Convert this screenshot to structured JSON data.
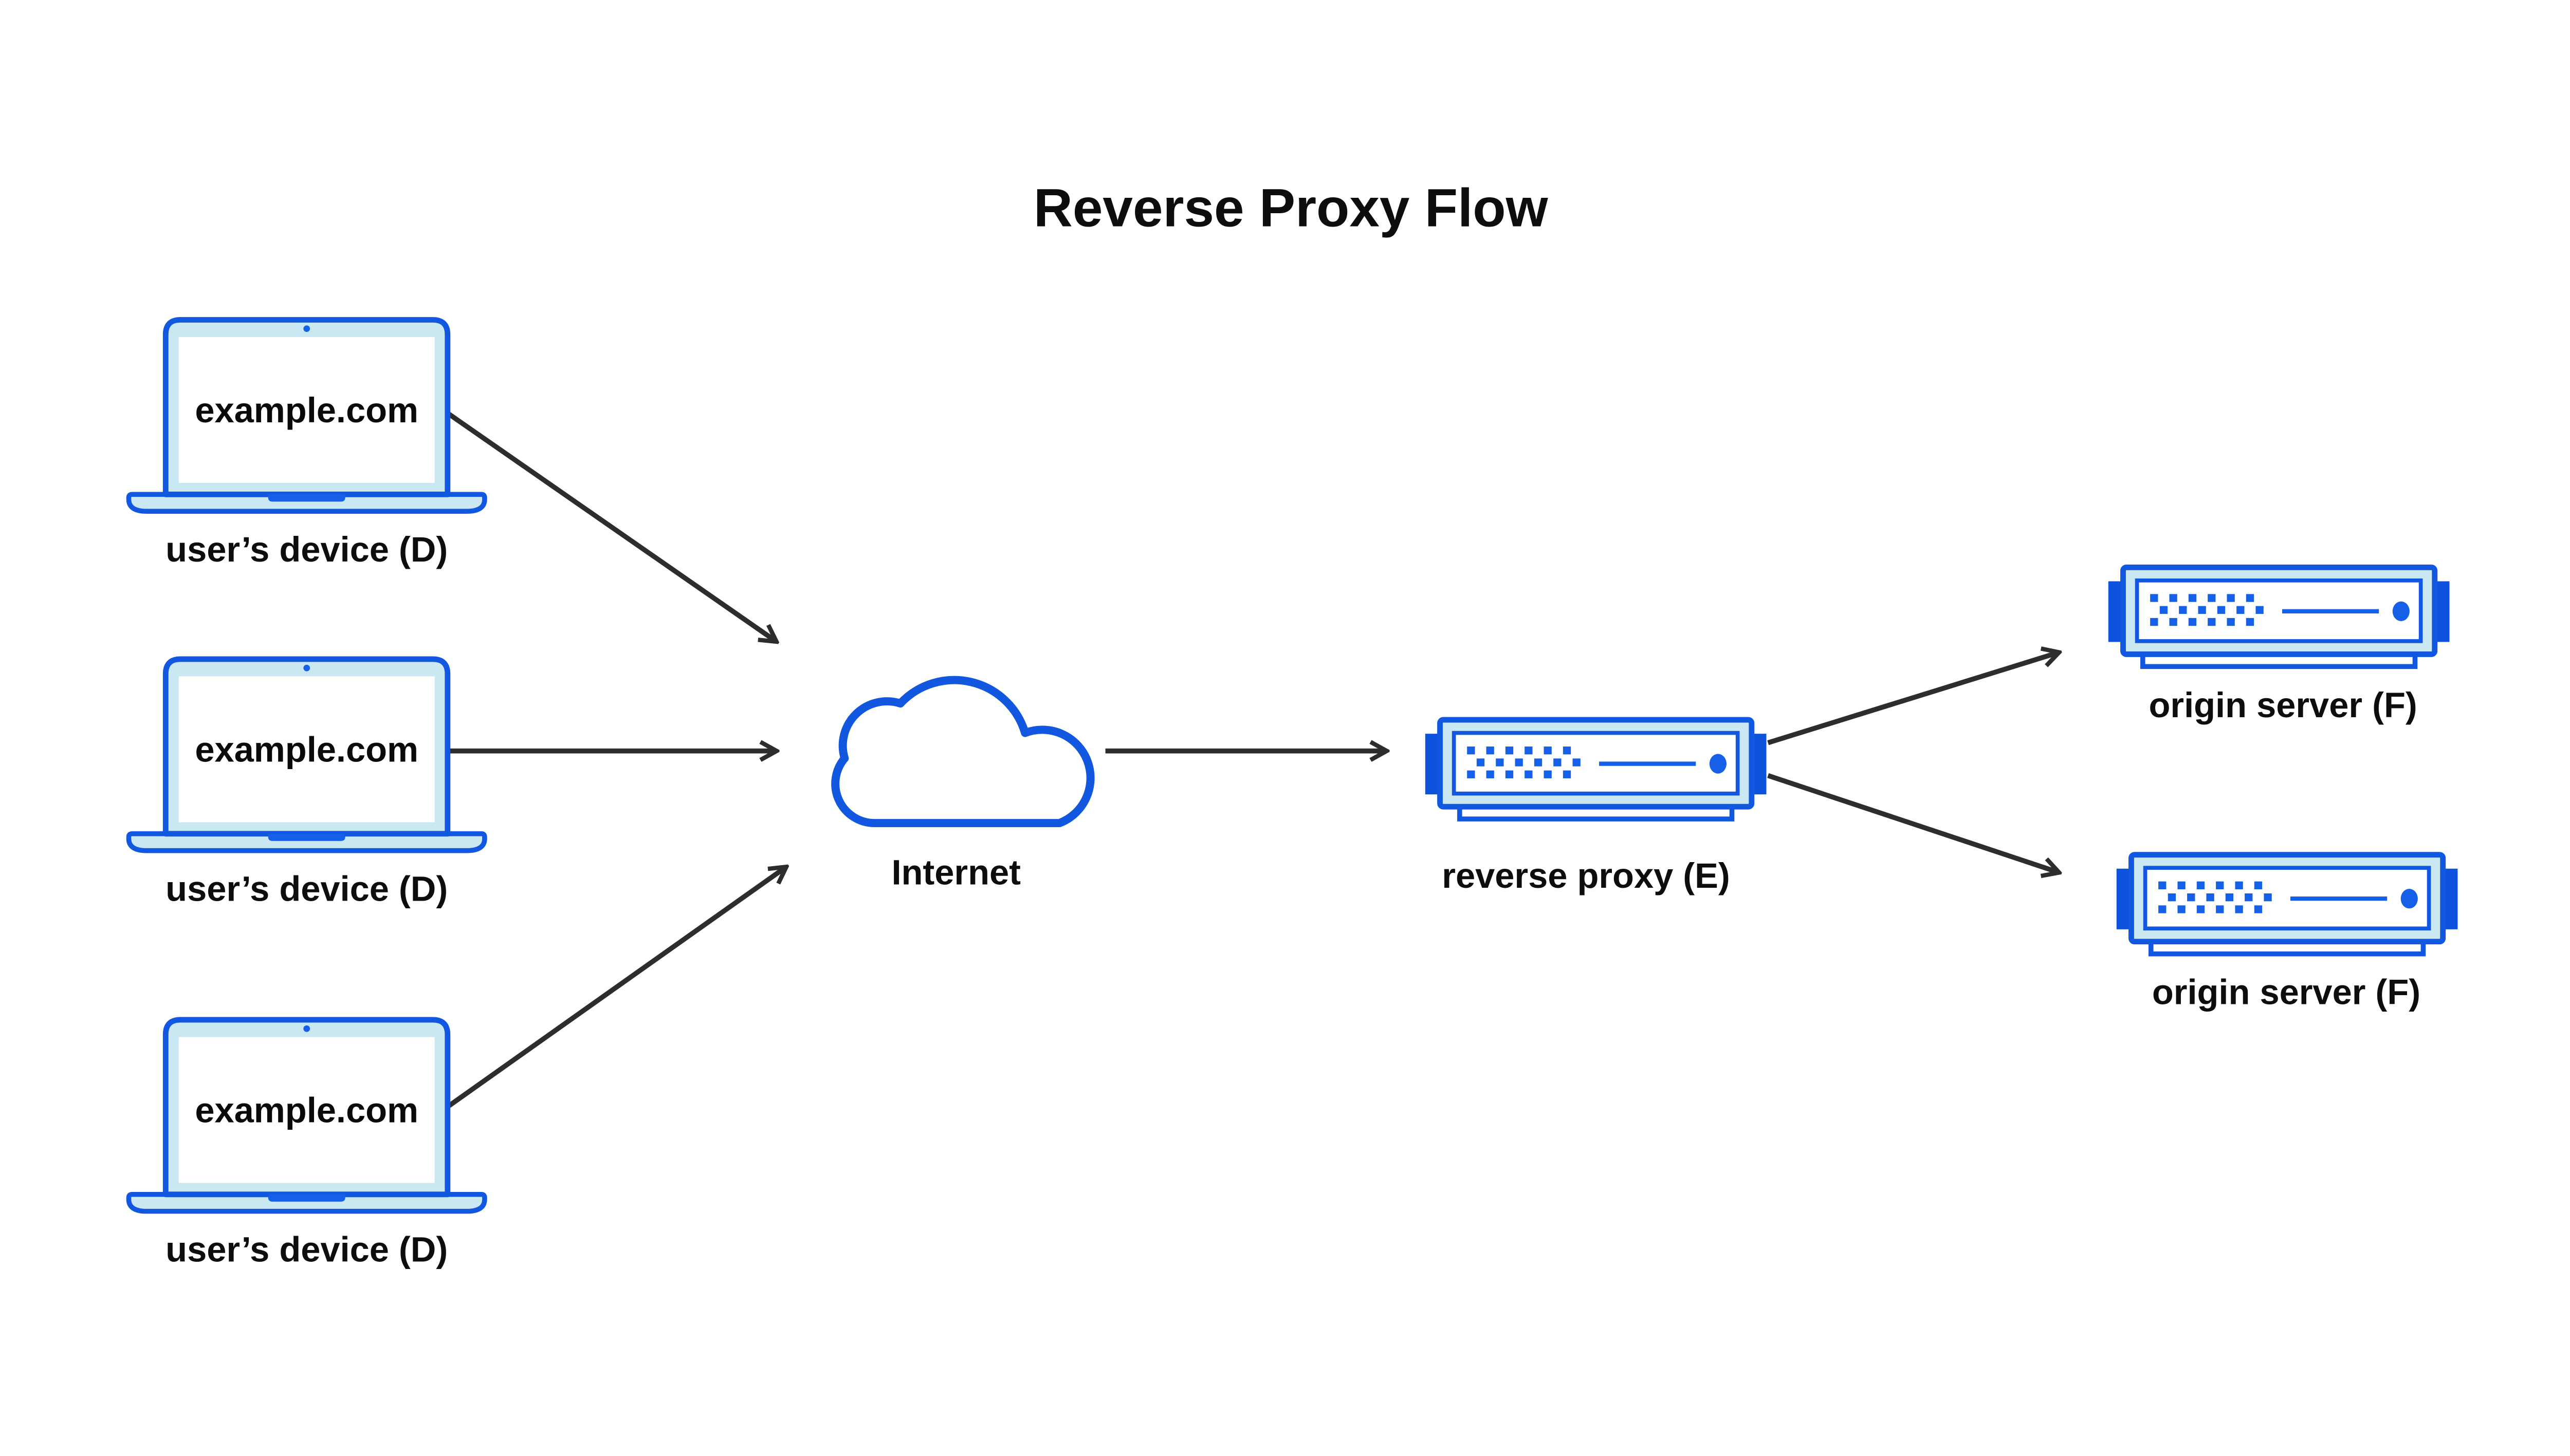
{
  "title": "Reverse Proxy Flow",
  "colors": {
    "accent-blue": "#1257df",
    "bright-blue": "#1660e8",
    "tab-blue": "#0d52dc",
    "fill-light-blue": "#c9e8f2",
    "arrow-dark": "#2d2d2d",
    "text-dark": "#0d0d0d",
    "background": "#ffffff"
  },
  "icons": {
    "device": "laptop-icon",
    "internet": "cloud-icon",
    "proxy": "server-icon",
    "origin": "server-icon"
  },
  "nodes": {
    "devices": [
      {
        "id": "D1",
        "screen_text": "example.com",
        "label": "user’s device (D)"
      },
      {
        "id": "D2",
        "screen_text": "example.com",
        "label": "user’s device (D)"
      },
      {
        "id": "D3",
        "screen_text": "example.com",
        "label": "user’s device (D)"
      }
    ],
    "internet": {
      "label": "Internet"
    },
    "reverse_proxy": {
      "id": "E",
      "label": "reverse proxy (E)"
    },
    "origin_servers": [
      {
        "id": "F1",
        "label": "origin server (F)"
      },
      {
        "id": "F2",
        "label": "origin server (F)"
      }
    ]
  },
  "edges": [
    {
      "from": "user-device-1",
      "to": "internet"
    },
    {
      "from": "user-device-2",
      "to": "internet"
    },
    {
      "from": "user-device-3",
      "to": "internet"
    },
    {
      "from": "internet",
      "to": "reverse-proxy"
    },
    {
      "from": "reverse-proxy",
      "to": "origin-server-1"
    },
    {
      "from": "reverse-proxy",
      "to": "origin-server-2"
    }
  ]
}
